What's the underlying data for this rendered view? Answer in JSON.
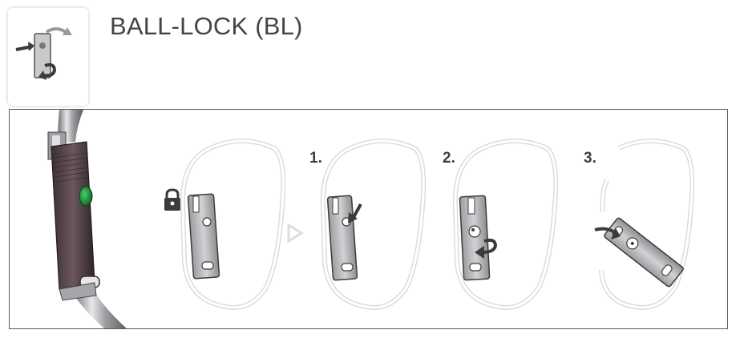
{
  "header": {
    "title": "BALL-LOCK (BL)",
    "icon": "ball-lock-rotate-icon"
  },
  "diagram": {
    "steps": [
      {
        "label": "1."
      },
      {
        "label": "2."
      },
      {
        "label": "3."
      }
    ],
    "locked_indicator": "padlock-icon",
    "sequence_arrow": "play-triangle-icon",
    "colors": {
      "sleeve": "#5b4a4f",
      "indicator": "#1f8a3a",
      "outline": "#dcdcdc",
      "gate": "#b9b9bc",
      "arrow": "#3b3b3b"
    }
  }
}
